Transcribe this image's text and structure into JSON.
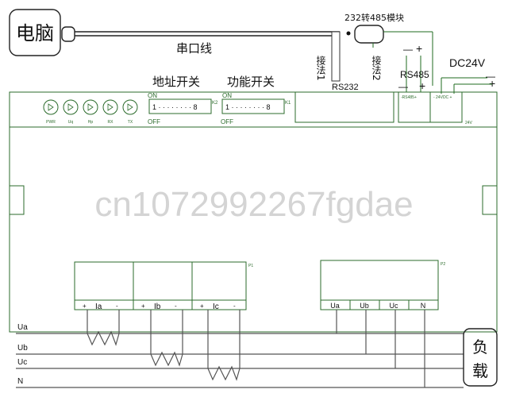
{
  "labels": {
    "computer": "电脑",
    "serial_cable": "串口线",
    "converter": "232转485模块",
    "method1": "接法1",
    "method2": "接法2",
    "rs232": "RS232",
    "rs485": "RS485",
    "dc24v": "DC24V",
    "address_switch": "地址开关",
    "function_switch": "功能开关",
    "load": "负载",
    "on": "ON",
    "off": "OFF",
    "dip_range": "1 · · · · · · · · 8",
    "k2": "K2",
    "k1": "K1",
    "p1": "P1",
    "p2": "P2",
    "rs485_terminal": "-RS485+",
    "dc24v_terminal": "- 24VDC +",
    "v24": "24V",
    "watermark": "cn1072992267fgdae",
    "minus": "—",
    "plus": "+"
  },
  "leds": [
    {
      "name": "PWR"
    },
    {
      "name": "Uq"
    },
    {
      "name": "Hp"
    },
    {
      "name": "RX"
    },
    {
      "name": "TX"
    }
  ],
  "current_terminals": [
    "Ia",
    "Ib",
    "Ic"
  ],
  "voltage_terminals": [
    "Ua",
    "Ub",
    "Uc",
    "N"
  ],
  "phase_lines": [
    "Ua",
    "Ub",
    "Uc",
    "N"
  ]
}
